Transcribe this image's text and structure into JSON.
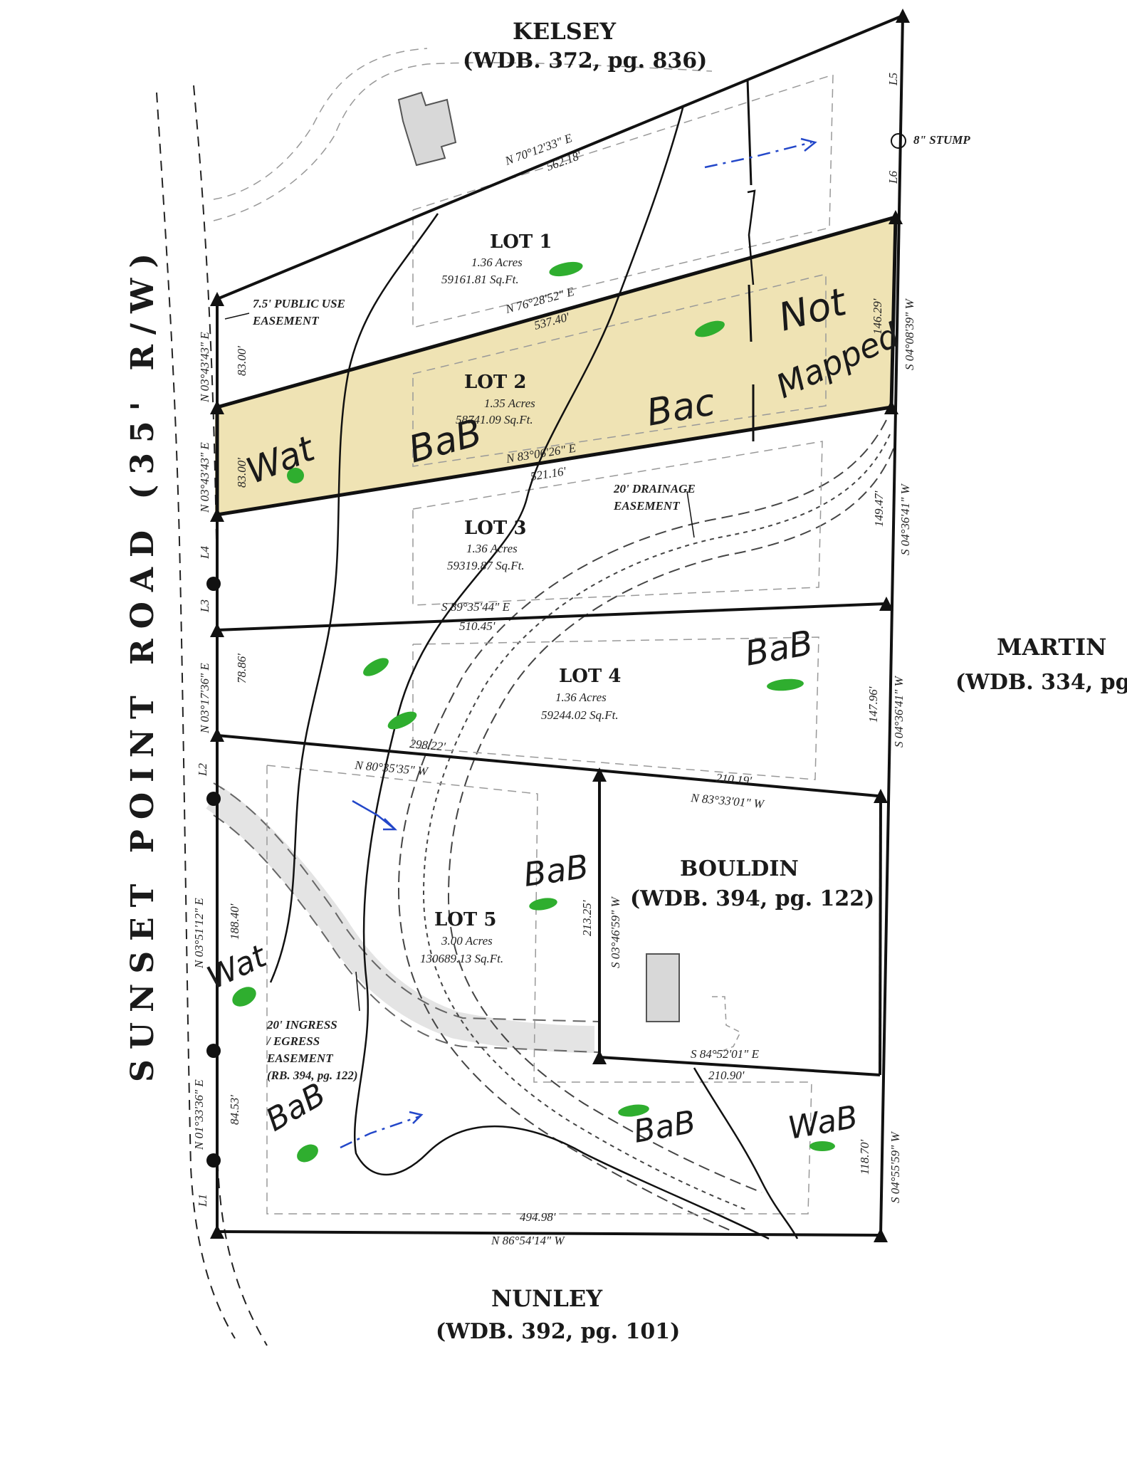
{
  "neighbors": {
    "kelsey_name": "KELSEY",
    "kelsey_ref": "(WDB. 372, pg. 836)",
    "martin_name": "MARTIN",
    "martin_ref": "(WDB. 334, pg",
    "bouldin_name": "BOULDIN",
    "bouldin_ref": "(WDB. 394, pg. 122)",
    "nunley_name": "NUNLEY",
    "nunley_ref": "(WDB. 392, pg. 101)"
  },
  "road_label": "SUNSET POINT ROAD (35' R/W)",
  "lots": [
    {
      "name": "LOT 1",
      "acres": "1.36 Acres",
      "sqft": "59161.81 Sq.Ft."
    },
    {
      "name": "LOT 2",
      "acres": "1.35 Acres",
      "sqft": "58741.09 Sq.Ft."
    },
    {
      "name": "LOT 3",
      "acres": "1.36 Acres",
      "sqft": "59319.87 Sq.Ft."
    },
    {
      "name": "LOT 4",
      "acres": "1.36 Acres",
      "sqft": "59244.02 Sq.Ft."
    },
    {
      "name": "LOT 5",
      "acres": "3.00 Acres",
      "sqft": "130689.13 Sq.Ft."
    }
  ],
  "bearings": {
    "b1": "N 70°12'33\" E",
    "d1": "562.18'",
    "b2": "N 76°28'52\" E",
    "d2": "537.40'",
    "b3": "N 83°06'26\" E",
    "d3": "521.16'",
    "b4": "S 89°35'44\" E",
    "d4": "510.45'",
    "b5": "N 80°35'35\" W",
    "d5": "298.22'",
    "b6": "N 83°33'01\" W",
    "d6": "210.19'",
    "b7": "S 84°52'01\" E",
    "d7": "210.90'",
    "b8": "N 86°54'14\" W",
    "d8": "494.98'",
    "r1": "S 04°08'39\" W",
    "r1d": "146.29'",
    "r2": "S 04°36'41\" W",
    "r2d": "149.47'",
    "r3": "S 04°36'41\" W",
    "r3d": "147.96'",
    "r4": "S 04°55'59\" W",
    "r4d": "118.70'",
    "m1": "S 03°46'59\" W",
    "m1d": "213.25'",
    "w1": "N 03°43'43\" E",
    "w1d": "83.00'",
    "w2": "N 03°43'43\" E",
    "w2d": "83.00'",
    "w3": "N 03°17'36\" E",
    "w3d": "78.86'",
    "w4": "N 03°51'12\" E",
    "w4d": "188.40'",
    "w5": "N 01°33'36\" E",
    "w5d": "84.53'"
  },
  "line_labels": {
    "l1": "L1",
    "l2": "L2",
    "l3": "L3",
    "l4": "L4",
    "l5": "L5",
    "l6": "L6"
  },
  "notes": {
    "stump": "8\" STUMP",
    "public_easement_1": "7.5' PUBLIC USE",
    "public_easement_2": "EASEMENT",
    "drainage_1": "20' DRAINAGE",
    "drainage_2": "EASEMENT",
    "ingress_1": "20' INGRESS",
    "ingress_2": "/ EGRESS",
    "ingress_3": "EASEMENT",
    "ingress_4": "(RB. 394, pg. 122)"
  },
  "handwritten": {
    "not": "Not",
    "mapped": "Mapped",
    "wat_1": "Wat",
    "bab_lot2": "BaB",
    "bac": "Bac",
    "bab_lot4": "BaB",
    "bab_lot5": "BaB",
    "wat_2": "Wat",
    "bab_sw": "BaB",
    "bab_se": "BaB",
    "wab": "WaB"
  },
  "colors": {
    "highlight": "#efe3b4",
    "soil_mark": "#2fae2f",
    "arrow": "#2347c9",
    "ink": "#111111"
  }
}
